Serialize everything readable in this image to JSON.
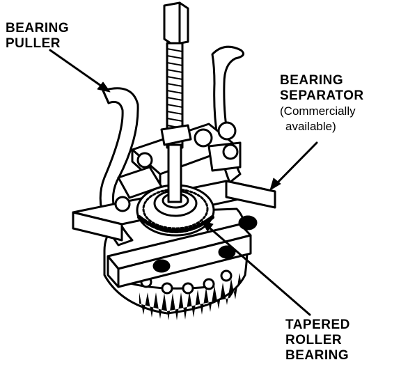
{
  "labels": {
    "bearing_puller": {
      "line1": "BEARING",
      "line2": "PULLER"
    },
    "bearing_separator": {
      "line1": "BEARING",
      "line2": "SEPARATOR",
      "line3": "(Commercially",
      "line4": "available)"
    },
    "tapered_roller_bearing": {
      "line1": "TAPERED",
      "line2": "ROLLER",
      "line3": "BEARING"
    }
  },
  "colors": {
    "ink": "#000000",
    "paper": "#ffffff"
  }
}
